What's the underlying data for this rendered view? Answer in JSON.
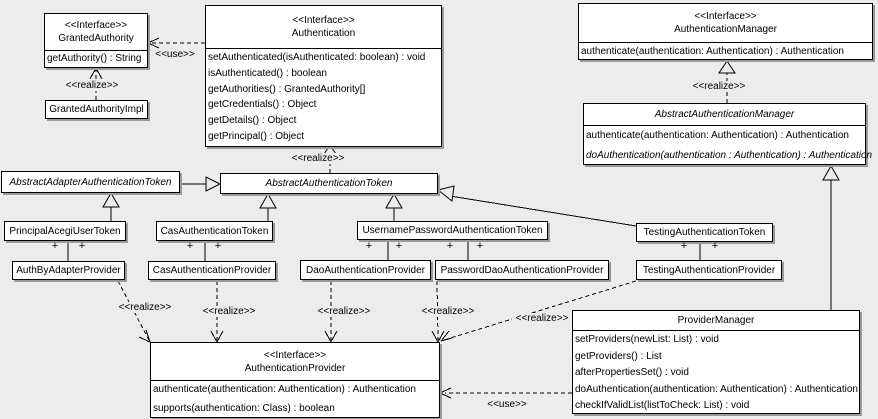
{
  "diagram_title": "Acegi authentication UML class diagram",
  "colors": {
    "background": "#ececec",
    "box_fill": "#ffffff",
    "line": "#000000",
    "shadow": "#9a9a9a"
  },
  "stereotypes": {
    "interface": "<<Interface>>"
  },
  "connector_labels": {
    "use": "<<use>>",
    "realize": "<<realize>>",
    "plus": "+"
  },
  "classes": {
    "granted_authority": {
      "stereotype": "<<Interface>>",
      "name": "GrantedAuthority",
      "methods": [
        "getAuthority() : String"
      ]
    },
    "granted_authority_impl": {
      "name": "GrantedAuthorityImpl"
    },
    "authentication": {
      "stereotype": "<<Interface>>",
      "name": "Authentication",
      "methods": [
        "setAuthenticated(isAuthenticated: boolean) : void",
        "isAuthenticated() : boolean",
        "getAuthorities() : GrantedAuthority[]",
        "getCredentials() : Object",
        "getDetails() : Object",
        "getPrincipal() : Object"
      ]
    },
    "authentication_manager": {
      "stereotype": "<<Interface>>",
      "name": "AuthenticationManager",
      "methods": [
        "authenticate(authentication: Authentication) : Authentication"
      ]
    },
    "abstract_authentication_manager": {
      "name": "AbstractAuthenticationManager",
      "methods": [
        "authenticate(authentication: Authentication) : Authentication",
        "doAuthentication(authentication : Authentication) : Authentication"
      ]
    },
    "abstract_adapter_authentication_token": {
      "name": "AbstractAdapterAuthenticationToken"
    },
    "abstract_authentication_token": {
      "name": "AbstractAuthenticationToken"
    },
    "principal_acegi_user_token": {
      "name": "PrincipalAcegiUserToken"
    },
    "cas_authentication_token": {
      "name": "CasAuthenticationToken"
    },
    "username_password_authentication_token": {
      "name": "UsernamePasswordAuthenticationToken"
    },
    "testing_authentication_token": {
      "name": "TestingAuthenticationToken"
    },
    "auth_by_adapter_provider": {
      "name": "AuthByAdapterProvider"
    },
    "cas_authentication_provider": {
      "name": "CasAuthenticationProvider"
    },
    "dao_authentication_provider": {
      "name": "DaoAuthenticationProvider"
    },
    "password_dao_authentication_provider": {
      "name": "PasswordDaoAuthenticationProvider"
    },
    "testing_authentication_provider": {
      "name": "TestingAuthenticationProvider"
    },
    "authentication_provider": {
      "stereotype": "<<Interface>>",
      "name": "AuthenticationProvider",
      "methods": [
        "authenticate(authentication: Authentication) : Authentication",
        "supports(authentication: Class) : boolean"
      ]
    },
    "provider_manager": {
      "name": "ProviderManager",
      "methods": [
        "setProviders(newList: List) : void",
        "getProviders() : List",
        "afterPropertiesSet() : void",
        "doAuthentication(authentication: Authentication) : Authentication",
        "checkIfValidList(listToCheck: List) : void"
      ]
    }
  }
}
